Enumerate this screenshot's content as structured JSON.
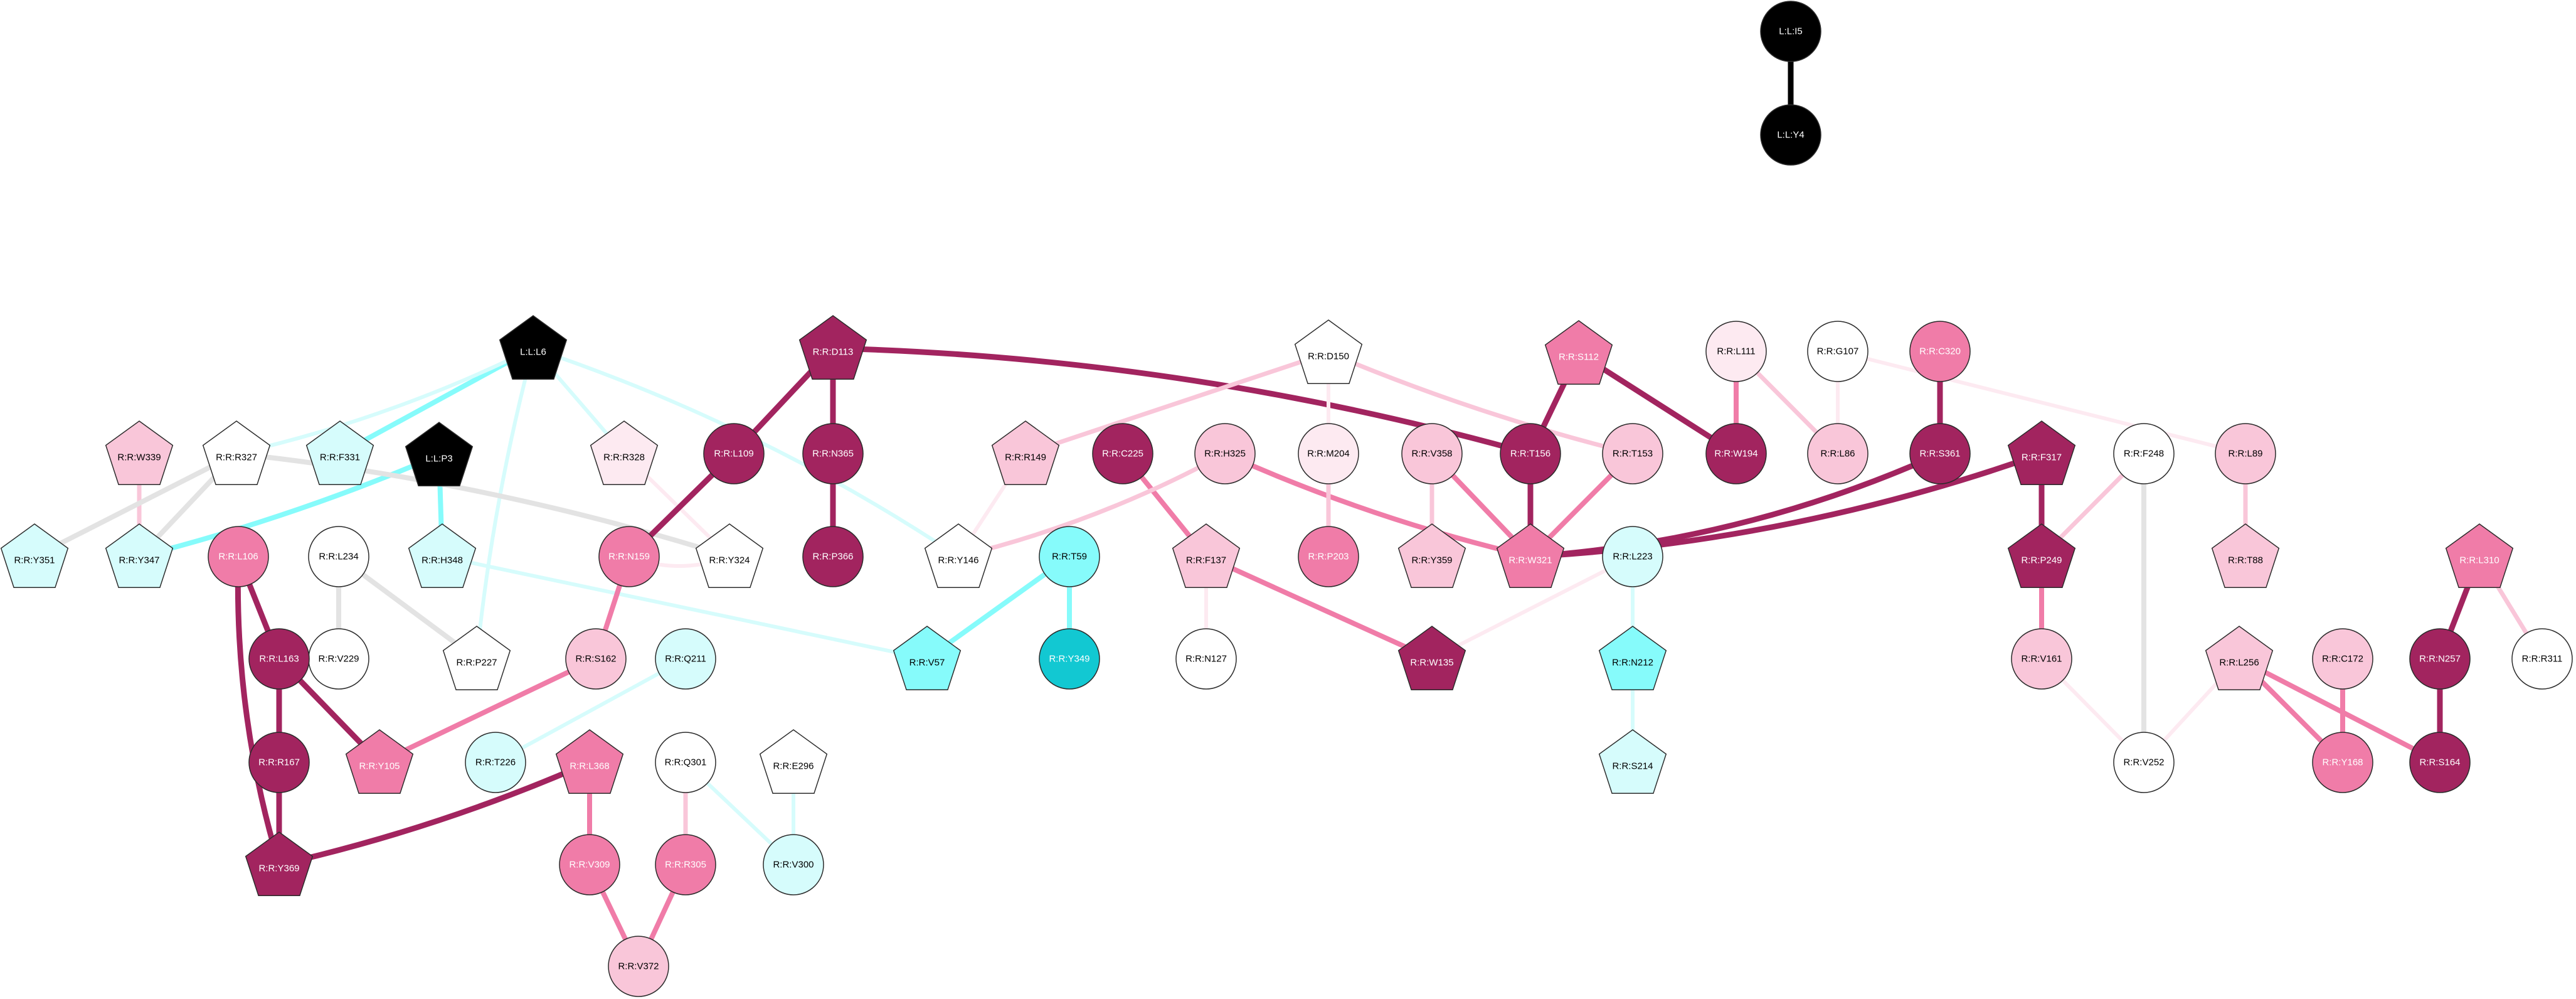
{
  "palette": {
    "dark_magenta": "#a2245f",
    "magenta": "#f07ca8",
    "pink": "#f9c6d9",
    "pale_pink": "#fdeaf1",
    "white": "#ffffff",
    "cyan": "#86fbfb",
    "pale_cyan": "#d6fcfc",
    "teal": "#12c8d2",
    "black": "#000000",
    "edge_grey": "#e3e3e3"
  },
  "nodes": [
    {
      "id": "i5",
      "label": "L:L:I5",
      "shape": "circle",
      "fill": "black"
    },
    {
      "id": "y4",
      "label": "L:L:Y4",
      "shape": "circle",
      "fill": "black"
    },
    {
      "id": "l6",
      "label": "L:L:L6",
      "shape": "pentagon",
      "fill": "black"
    },
    {
      "id": "p3",
      "label": "L:L:P3",
      "shape": "pentagon",
      "fill": "black"
    },
    {
      "id": "d113",
      "label": "R:R:D113",
      "shape": "pentagon",
      "fill": "dark_magenta"
    },
    {
      "id": "d150",
      "label": "R:R:D150",
      "shape": "pentagon",
      "fill": "white"
    },
    {
      "id": "s112",
      "label": "R:R:S112",
      "shape": "pentagon",
      "fill": "magenta"
    },
    {
      "id": "l111",
      "label": "R:R:L111",
      "shape": "circle",
      "fill": "pale_pink"
    },
    {
      "id": "g107",
      "label": "R:R:G107",
      "shape": "circle",
      "fill": "white"
    },
    {
      "id": "c320",
      "label": "R:R:C320",
      "shape": "circle",
      "fill": "magenta"
    },
    {
      "id": "w339",
      "label": "R:R:W339",
      "shape": "pentagon",
      "fill": "pink"
    },
    {
      "id": "r327",
      "label": "R:R:R327",
      "shape": "pentagon",
      "fill": "white"
    },
    {
      "id": "f331",
      "label": "R:R:F331",
      "shape": "pentagon",
      "fill": "pale_cyan"
    },
    {
      "id": "r328",
      "label": "R:R:R328",
      "shape": "pentagon",
      "fill": "pale_pink"
    },
    {
      "id": "l109",
      "label": "R:R:L109",
      "shape": "circle",
      "fill": "dark_magenta"
    },
    {
      "id": "n365",
      "label": "R:R:N365",
      "shape": "circle",
      "fill": "dark_magenta"
    },
    {
      "id": "r149",
      "label": "R:R:R149",
      "shape": "pentagon",
      "fill": "pink"
    },
    {
      "id": "c225",
      "label": "R:R:C225",
      "shape": "circle",
      "fill": "dark_magenta"
    },
    {
      "id": "h325",
      "label": "R:R:H325",
      "shape": "circle",
      "fill": "pink"
    },
    {
      "id": "m204",
      "label": "R:R:M204",
      "shape": "circle",
      "fill": "pale_pink"
    },
    {
      "id": "v358",
      "label": "R:R:V358",
      "shape": "circle",
      "fill": "pink"
    },
    {
      "id": "t156",
      "label": "R:R:T156",
      "shape": "circle",
      "fill": "dark_magenta"
    },
    {
      "id": "t153",
      "label": "R:R:T153",
      "shape": "circle",
      "fill": "pink"
    },
    {
      "id": "w194",
      "label": "R:R:W194",
      "shape": "circle",
      "fill": "dark_magenta"
    },
    {
      "id": "l86",
      "label": "R:R:L86",
      "shape": "circle",
      "fill": "pink"
    },
    {
      "id": "s361",
      "label": "R:R:S361",
      "shape": "circle",
      "fill": "dark_magenta"
    },
    {
      "id": "f317",
      "label": "R:R:F317",
      "shape": "pentagon",
      "fill": "dark_magenta"
    },
    {
      "id": "f248",
      "label": "R:R:F248",
      "shape": "circle",
      "fill": "white"
    },
    {
      "id": "l89",
      "label": "R:R:L89",
      "shape": "circle",
      "fill": "pink"
    },
    {
      "id": "y351",
      "label": "R:R:Y351",
      "shape": "pentagon",
      "fill": "pale_cyan"
    },
    {
      "id": "y347",
      "label": "R:R:Y347",
      "shape": "pentagon",
      "fill": "pale_cyan"
    },
    {
      "id": "l106",
      "label": "R:R:L106",
      "shape": "circle",
      "fill": "magenta"
    },
    {
      "id": "l234",
      "label": "R:R:L234",
      "shape": "circle",
      "fill": "white"
    },
    {
      "id": "h348",
      "label": "R:R:H348",
      "shape": "pentagon",
      "fill": "pale_cyan"
    },
    {
      "id": "n159",
      "label": "R:R:N159",
      "shape": "circle",
      "fill": "magenta"
    },
    {
      "id": "y324",
      "label": "R:R:Y324",
      "shape": "pentagon",
      "fill": "white"
    },
    {
      "id": "p366",
      "label": "R:R:P366",
      "shape": "circle",
      "fill": "dark_magenta"
    },
    {
      "id": "y146",
      "label": "R:R:Y146",
      "shape": "pentagon",
      "fill": "white"
    },
    {
      "id": "t59",
      "label": "R:R:T59",
      "shape": "circle",
      "fill": "cyan"
    },
    {
      "id": "f137",
      "label": "R:R:F137",
      "shape": "pentagon",
      "fill": "pink"
    },
    {
      "id": "p203",
      "label": "R:R:P203",
      "shape": "circle",
      "fill": "magenta"
    },
    {
      "id": "y359",
      "label": "R:R:Y359",
      "shape": "pentagon",
      "fill": "pink"
    },
    {
      "id": "w321",
      "label": "R:R:W321",
      "shape": "pentagon",
      "fill": "magenta"
    },
    {
      "id": "l223",
      "label": "R:R:L223",
      "shape": "circle",
      "fill": "pale_cyan"
    },
    {
      "id": "p249",
      "label": "R:R:P249",
      "shape": "pentagon",
      "fill": "dark_magenta"
    },
    {
      "id": "t88",
      "label": "R:R:T88",
      "shape": "pentagon",
      "fill": "pink"
    },
    {
      "id": "l310",
      "label": "R:R:L310",
      "shape": "pentagon",
      "fill": "magenta"
    },
    {
      "id": "v229",
      "label": "R:R:V229",
      "shape": "circle",
      "fill": "white"
    },
    {
      "id": "p227",
      "label": "R:R:P227",
      "shape": "pentagon",
      "fill": "white"
    },
    {
      "id": "l163",
      "label": "R:R:L163",
      "shape": "circle",
      "fill": "dark_magenta"
    },
    {
      "id": "s162",
      "label": "R:R:S162",
      "shape": "circle",
      "fill": "pink"
    },
    {
      "id": "q211",
      "label": "R:R:Q211",
      "shape": "circle",
      "fill": "pale_cyan"
    },
    {
      "id": "v57",
      "label": "R:R:V57",
      "shape": "pentagon",
      "fill": "cyan"
    },
    {
      "id": "y349",
      "label": "R:R:Y349",
      "shape": "circle",
      "fill": "teal"
    },
    {
      "id": "n127",
      "label": "R:R:N127",
      "shape": "circle",
      "fill": "white"
    },
    {
      "id": "w135",
      "label": "R:R:W135",
      "shape": "pentagon",
      "fill": "dark_magenta"
    },
    {
      "id": "n212",
      "label": "R:R:N212",
      "shape": "pentagon",
      "fill": "cyan"
    },
    {
      "id": "v161",
      "label": "R:R:V161",
      "shape": "circle",
      "fill": "pink"
    },
    {
      "id": "l256",
      "label": "R:R:L256",
      "shape": "pentagon",
      "fill": "pink"
    },
    {
      "id": "c172",
      "label": "R:R:C172",
      "shape": "circle",
      "fill": "pink"
    },
    {
      "id": "n257",
      "label": "R:R:N257",
      "shape": "circle",
      "fill": "dark_magenta"
    },
    {
      "id": "r311",
      "label": "R:R:R311",
      "shape": "circle",
      "fill": "white"
    },
    {
      "id": "r167",
      "label": "R:R:R167",
      "shape": "circle",
      "fill": "dark_magenta"
    },
    {
      "id": "y105",
      "label": "R:R:Y105",
      "shape": "pentagon",
      "fill": "magenta"
    },
    {
      "id": "t226",
      "label": "R:R:T226",
      "shape": "circle",
      "fill": "pale_cyan"
    },
    {
      "id": "l368",
      "label": "R:R:L368",
      "shape": "pentagon",
      "fill": "magenta"
    },
    {
      "id": "q301",
      "label": "R:R:Q301",
      "shape": "circle",
      "fill": "white"
    },
    {
      "id": "e296",
      "label": "R:R:E296",
      "shape": "pentagon",
      "fill": "white"
    },
    {
      "id": "s214",
      "label": "R:R:S214",
      "shape": "pentagon",
      "fill": "pale_cyan"
    },
    {
      "id": "v252",
      "label": "R:R:V252",
      "shape": "circle",
      "fill": "white"
    },
    {
      "id": "y168",
      "label": "R:R:Y168",
      "shape": "circle",
      "fill": "magenta"
    },
    {
      "id": "s164",
      "label": "R:R:S164",
      "shape": "circle",
      "fill": "dark_magenta"
    },
    {
      "id": "y369",
      "label": "R:R:Y369",
      "shape": "pentagon",
      "fill": "dark_magenta"
    },
    {
      "id": "v309",
      "label": "R:R:V309",
      "shape": "circle",
      "fill": "magenta"
    },
    {
      "id": "r305",
      "label": "R:R:R305",
      "shape": "circle",
      "fill": "magenta"
    },
    {
      "id": "v300",
      "label": "R:R:V300",
      "shape": "circle",
      "fill": "pale_cyan"
    },
    {
      "id": "v372",
      "label": "R:R:V372",
      "shape": "circle",
      "fill": "pink"
    }
  ],
  "edges": [
    {
      "source": "i5",
      "target": "y4",
      "color": "black"
    },
    {
      "source": "l6",
      "target": "f331",
      "color": "cyan"
    },
    {
      "source": "l6",
      "target": "r328",
      "color": "pale_cyan"
    },
    {
      "source": "l6",
      "target": "y146",
      "color": "pale_cyan"
    },
    {
      "source": "l6",
      "target": "p227",
      "color": "pale_cyan"
    },
    {
      "source": "l6",
      "target": "r327",
      "color": "pale_cyan"
    },
    {
      "source": "p3",
      "target": "y347",
      "color": "cyan"
    },
    {
      "source": "p3",
      "target": "h348",
      "color": "cyan"
    },
    {
      "source": "d113",
      "target": "l109",
      "color": "dark_magenta"
    },
    {
      "source": "d113",
      "target": "n365",
      "color": "dark_magenta"
    },
    {
      "source": "d113",
      "target": "t156",
      "color": "dark_magenta"
    },
    {
      "source": "d150",
      "target": "m204",
      "color": "pale_pink"
    },
    {
      "source": "d150",
      "target": "r149",
      "color": "pink"
    },
    {
      "source": "d150",
      "target": "t153",
      "color": "pink"
    },
    {
      "source": "s112",
      "target": "t156",
      "color": "dark_magenta"
    },
    {
      "source": "s112",
      "target": "w194",
      "color": "dark_magenta"
    },
    {
      "source": "l111",
      "target": "w194",
      "color": "magenta"
    },
    {
      "source": "l111",
      "target": "l86",
      "color": "pink"
    },
    {
      "source": "g107",
      "target": "l86",
      "color": "pale_pink"
    },
    {
      "source": "g107",
      "target": "l89",
      "color": "pale_pink"
    },
    {
      "source": "c320",
      "target": "s361",
      "color": "dark_magenta"
    },
    {
      "source": "w339",
      "target": "y347",
      "color": "pink"
    },
    {
      "source": "r327",
      "target": "y351",
      "color": "edge_grey"
    },
    {
      "source": "r327",
      "target": "y347",
      "color": "edge_grey"
    },
    {
      "source": "r327",
      "target": "y324",
      "color": "edge_grey"
    },
    {
      "source": "r328",
      "target": "y324",
      "color": "pale_pink"
    },
    {
      "source": "l109",
      "target": "n159",
      "color": "dark_magenta"
    },
    {
      "source": "n365",
      "target": "p366",
      "color": "dark_magenta"
    },
    {
      "source": "r149",
      "target": "y146",
      "color": "pale_pink"
    },
    {
      "source": "c225",
      "target": "f137",
      "color": "magenta"
    },
    {
      "source": "h325",
      "target": "y146",
      "color": "pink"
    },
    {
      "source": "h325",
      "target": "w321",
      "color": "magenta"
    },
    {
      "source": "m204",
      "target": "p203",
      "color": "pink"
    },
    {
      "source": "v358",
      "target": "y359",
      "color": "pink"
    },
    {
      "source": "v358",
      "target": "w321",
      "color": "magenta"
    },
    {
      "source": "t156",
      "target": "w321",
      "color": "dark_magenta"
    },
    {
      "source": "t153",
      "target": "w321",
      "color": "magenta"
    },
    {
      "source": "s361",
      "target": "w321",
      "color": "dark_magenta"
    },
    {
      "source": "f317",
      "target": "w321",
      "color": "dark_magenta"
    },
    {
      "source": "f317",
      "target": "p249",
      "color": "dark_magenta"
    },
    {
      "source": "f248",
      "target": "p249",
      "color": "pink"
    },
    {
      "source": "f248",
      "target": "v252",
      "color": "edge_grey"
    },
    {
      "source": "l89",
      "target": "t88",
      "color": "pink"
    },
    {
      "source": "l106",
      "target": "l163",
      "color": "dark_magenta"
    },
    {
      "source": "l106",
      "target": "y369",
      "color": "dark_magenta"
    },
    {
      "source": "l234",
      "target": "v229",
      "color": "edge_grey"
    },
    {
      "source": "l234",
      "target": "p227",
      "color": "edge_grey"
    },
    {
      "source": "h348",
      "target": "v57",
      "color": "pale_cyan"
    },
    {
      "source": "n159",
      "target": "s162",
      "color": "magenta"
    },
    {
      "source": "n159",
      "target": "y324",
      "color": "pale_pink"
    },
    {
      "source": "t59",
      "target": "v57",
      "color": "cyan"
    },
    {
      "source": "t59",
      "target": "y349",
      "color": "cyan"
    },
    {
      "source": "f137",
      "target": "n127",
      "color": "pale_pink"
    },
    {
      "source": "f137",
      "target": "w135",
      "color": "magenta"
    },
    {
      "source": "l223",
      "target": "n212",
      "color": "pale_cyan"
    },
    {
      "source": "l223",
      "target": "w135",
      "color": "pale_pink"
    },
    {
      "source": "p249",
      "target": "v161",
      "color": "magenta"
    },
    {
      "source": "l310",
      "target": "n257",
      "color": "dark_magenta"
    },
    {
      "source": "l310",
      "target": "r311",
      "color": "pink"
    },
    {
      "source": "l163",
      "target": "r167",
      "color": "dark_magenta"
    },
    {
      "source": "l163",
      "target": "y105",
      "color": "dark_magenta"
    },
    {
      "source": "s162",
      "target": "y105",
      "color": "magenta"
    },
    {
      "source": "q211",
      "target": "t226",
      "color": "pale_cyan"
    },
    {
      "source": "n212",
      "target": "s214",
      "color": "pale_cyan"
    },
    {
      "source": "v161",
      "target": "v252",
      "color": "pale_pink"
    },
    {
      "source": "l256",
      "target": "v252",
      "color": "pale_pink"
    },
    {
      "source": "l256",
      "target": "s164",
      "color": "magenta"
    },
    {
      "source": "c172",
      "target": "y168",
      "color": "magenta"
    },
    {
      "source": "l256",
      "target": "y168",
      "color": "magenta"
    },
    {
      "source": "n257",
      "target": "s164",
      "color": "dark_magenta"
    },
    {
      "source": "r167",
      "target": "y369",
      "color": "dark_magenta"
    },
    {
      "source": "l368",
      "target": "y369",
      "color": "dark_magenta"
    },
    {
      "source": "l368",
      "target": "v309",
      "color": "magenta"
    },
    {
      "source": "q301",
      "target": "r305",
      "color": "pink"
    },
    {
      "source": "q301",
      "target": "v300",
      "color": "pale_cyan"
    },
    {
      "source": "e296",
      "target": "v300",
      "color": "pale_cyan"
    },
    {
      "source": "v309",
      "target": "v372",
      "color": "magenta"
    },
    {
      "source": "r305",
      "target": "v372",
      "color": "magenta"
    }
  ]
}
